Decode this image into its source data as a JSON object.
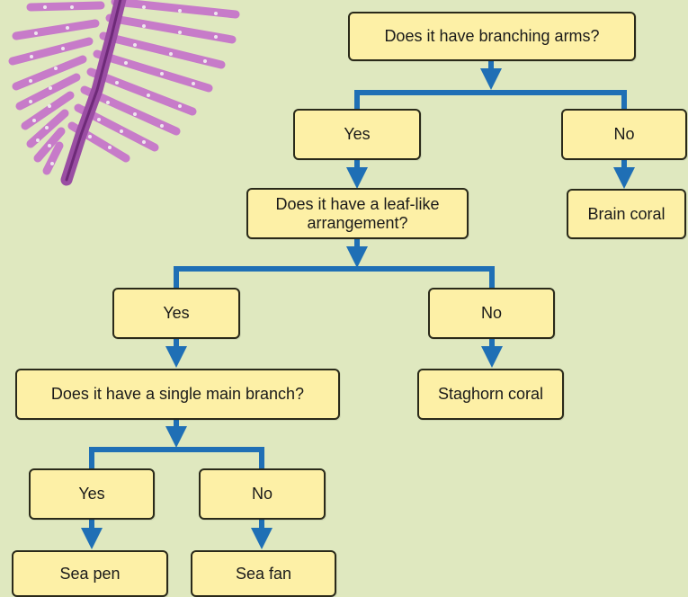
{
  "colors": {
    "background": "#dfe8bf",
    "box_fill": "#fdf0a6",
    "connector": "#1f6fb5",
    "illustration": "#c77bc9",
    "illustration_stem": "#8a3a94"
  },
  "nodes": {
    "q_branching": "Does it have branching arms?",
    "yes_1": "Yes",
    "no_1": "No",
    "brain_coral": "Brain coral",
    "q_leaf_line1": "Does it have a leaf-like",
    "q_leaf_line2": "arrangement?",
    "yes_2": "Yes",
    "no_2": "No",
    "staghorn_coral": "Staghorn coral",
    "q_single_branch": "Does it have a single main branch?",
    "yes_3": "Yes",
    "no_3": "No",
    "sea_pen": "Sea pen",
    "sea_fan": "Sea fan"
  },
  "illustration": {
    "icon": "sea-pen-illustration-icon"
  }
}
